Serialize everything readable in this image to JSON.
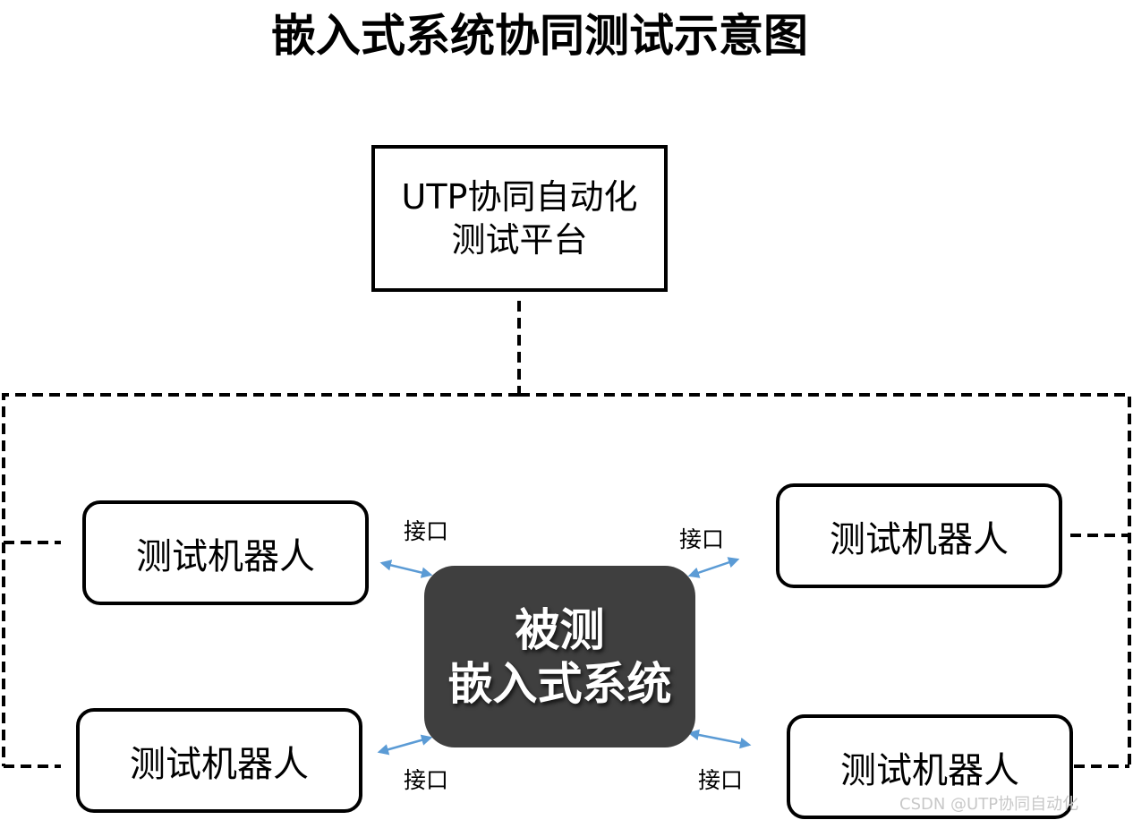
{
  "title": "嵌入式系统协同测试示意图",
  "platform": {
    "line1": "UTP协同自动化",
    "line2": "测试平台"
  },
  "robots": {
    "top_left": "测试机器人",
    "top_right": "测试机器人",
    "bottom_left": "测试机器人",
    "bottom_right": "测试机器人"
  },
  "dut": {
    "line1": "被测",
    "line2": "嵌入式系统"
  },
  "interfaces": {
    "top_left": "接口",
    "top_right": "接口",
    "bottom_left": "接口",
    "bottom_right": "接口"
  },
  "watermark": "CSDN @UTP协同自动化",
  "colors": {
    "dut_fill": "#3f3f3f",
    "arrow": "#5b9bd5",
    "box_border": "#000000"
  }
}
